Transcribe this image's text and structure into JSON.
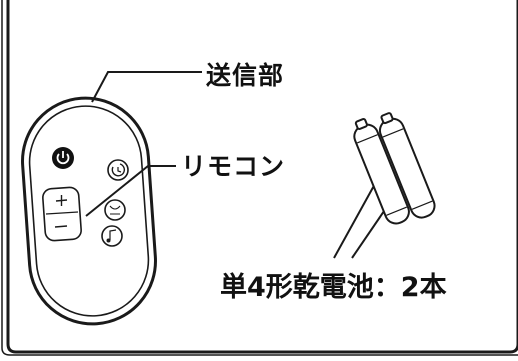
{
  "labels": {
    "transmitter": "送信部",
    "remote": "リモコン",
    "battery": "単4形乾電池：2本"
  },
  "icons": [
    "power-icon",
    "timer-icon",
    "plus-icon",
    "minus-icon",
    "swing-icon",
    "music-icon"
  ],
  "colors": {
    "line": "#1a1a1a",
    "background": "#ffffff",
    "power_button": "#111111"
  }
}
